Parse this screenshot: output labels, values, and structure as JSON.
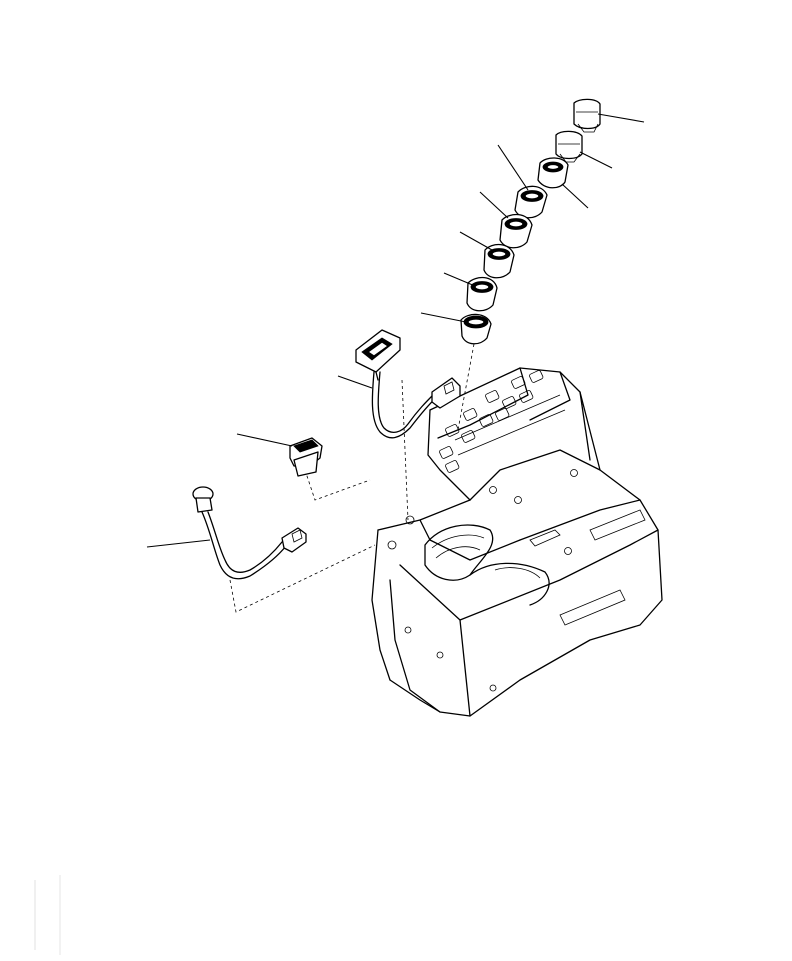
{
  "figure": {
    "text_labels": []
  },
  "colors": {
    "line": "#000000",
    "background": "#ffffff"
  },
  "parts": [
    {
      "name": "cap-top"
    },
    {
      "name": "cap-second"
    },
    {
      "name": "switch-bezel-1"
    },
    {
      "name": "switch-bezel-2"
    },
    {
      "name": "switch-3"
    },
    {
      "name": "switch-4"
    },
    {
      "name": "switch-5"
    },
    {
      "name": "switch-6"
    },
    {
      "name": "rocker-switch-with-harness"
    },
    {
      "name": "small-switch"
    },
    {
      "name": "push-button-with-harness"
    },
    {
      "name": "console-housing"
    }
  ]
}
